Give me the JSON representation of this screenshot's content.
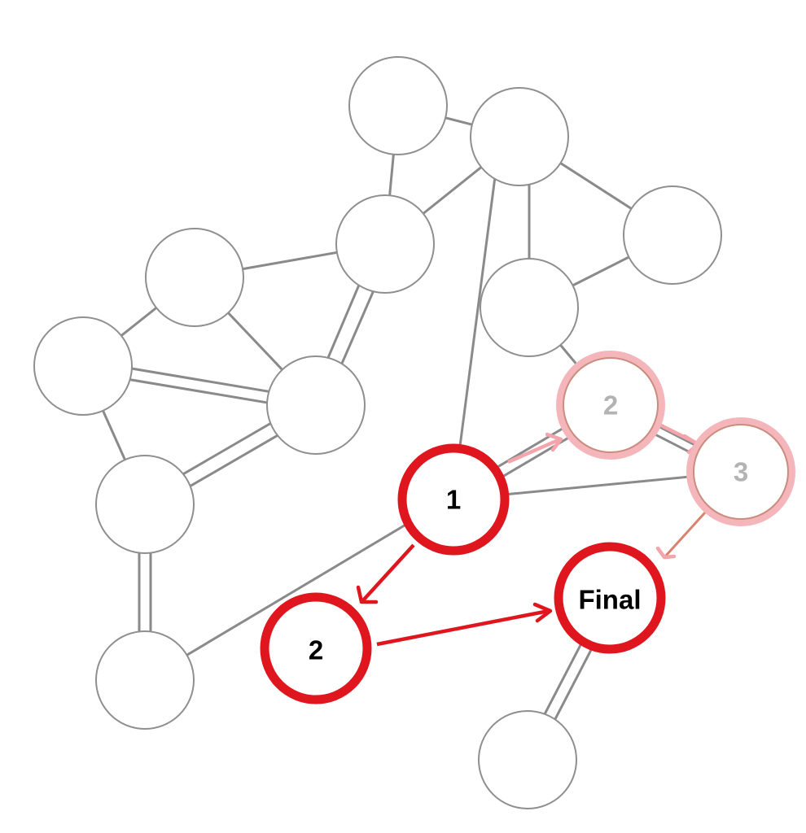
{
  "diagram": {
    "colors": {
      "path": "#e0161f",
      "alternate_path": "#f4b6bb",
      "edge": "#8a8a8a",
      "node_outline": "#8f8f8f",
      "main_label": "#000000",
      "alternate_label": "#b3b3b3"
    },
    "labels": {
      "start": "1",
      "step_2": "2",
      "final": "Final",
      "alt_step_2": "2",
      "alt_step_3": "3"
    }
  }
}
